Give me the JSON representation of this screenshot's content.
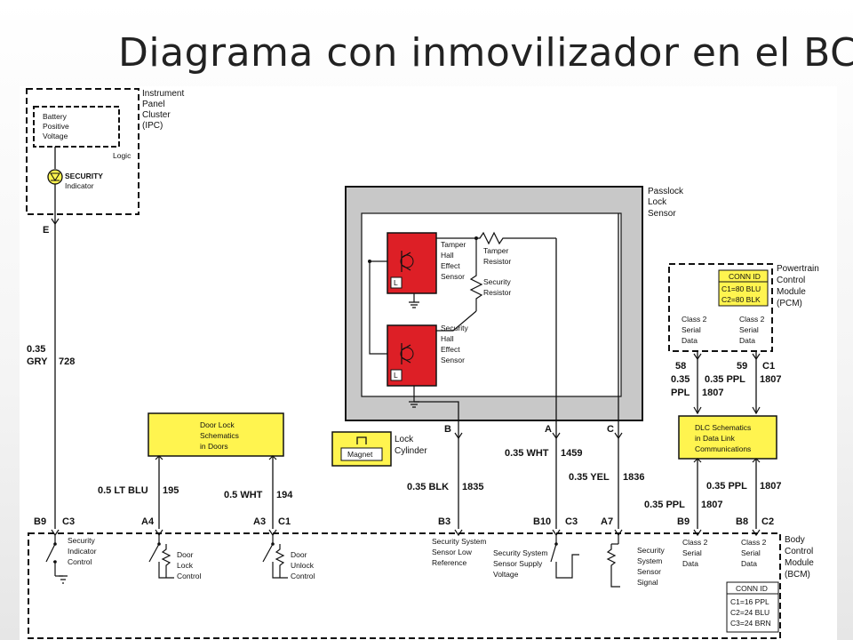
{
  "title": "Diagrama con inmovilizador en el BCM",
  "ipc": {
    "name": [
      "Instrument",
      "Panel",
      "Cluster",
      "(IPC)"
    ],
    "battery": [
      "Battery",
      "Positive",
      "Voltage"
    ],
    "logic": "Logic",
    "indicator": [
      "SECURITY",
      "Indicator"
    ],
    "pin": "E",
    "wire_gauge": "0.35",
    "wire_color": "GRY",
    "wire_circuit": "728"
  },
  "sensor": {
    "name": [
      "Passlock",
      "Lock",
      "Sensor"
    ],
    "tamper_hall": [
      "Tamper",
      "Hall",
      "Effect",
      "Sensor"
    ],
    "tamper_resistor": [
      "Tamper",
      "Resistor"
    ],
    "security_resistor": [
      "Security",
      "Resistor"
    ],
    "security_hall": [
      "Security",
      "Hall",
      "Effect",
      "Sensor"
    ],
    "l_mark": "L",
    "pin_b": "B",
    "pin_a": "A",
    "pin_c": "C"
  },
  "lock_cylinder": {
    "magnet": "Magnet",
    "label": [
      "Lock",
      "Cylinder"
    ]
  },
  "pcm": {
    "name": [
      "Powertrain",
      "Control",
      "Module",
      "(PCM)"
    ],
    "conn_title": "CONN ID",
    "conn_lines": [
      "C1=80 BLU",
      "C2=80 BLK"
    ],
    "serial_left": [
      "Class 2",
      "Serial",
      "Data"
    ],
    "serial_right": [
      "Class 2",
      "Serial",
      "Data"
    ],
    "pin_left": "58",
    "pin_right": "59",
    "conn_right": "C1",
    "wire_left_gauge": "0.35",
    "wire_left_color": "PPL",
    "wire_left_circuit": "1807",
    "wire_right": "0.35 PPL",
    "wire_right_circuit": "1807"
  },
  "door_lock_box": [
    "Door Lock",
    "Schematics",
    "in Doors"
  ],
  "dlc_box": [
    "DLC Schematics",
    "in Data Link",
    "Communications"
  ],
  "wires": {
    "blu": "0.5 LT BLU",
    "blu_circuit": "195",
    "wht": "0.5 WHT",
    "wht_circuit": "194",
    "blk": "0.35 BLK",
    "blk_circuit": "1835",
    "wht2": "0.35 WHT",
    "wht2_circuit": "1459",
    "yel": "0.35 YEL",
    "yel_circuit": "1836",
    "ppl_a": "0.35 PPL",
    "ppl_a_circuit": "1807",
    "ppl_b": "0.35 PPL",
    "ppl_b_circuit": "1807"
  },
  "bcm": {
    "name": [
      "Body",
      "Control",
      "Module",
      "(BCM)"
    ],
    "pins": {
      "b9": "B9",
      "c3": "C3",
      "a4": "A4",
      "a3": "A3",
      "c1": "C1",
      "b3": "B3",
      "b10": "B10",
      "c3b": "C3",
      "a7": "A7",
      "b9b": "B9",
      "b8": "B8",
      "c2": "C2"
    },
    "security_indicator": [
      "Security",
      "Indicator",
      "Control"
    ],
    "door_lock": [
      "Door",
      "Lock",
      "Control"
    ],
    "door_unlock": [
      "Door",
      "Unlock",
      "Control"
    ],
    "sensor_low": [
      "Security System",
      "Sensor Low",
      "Reference"
    ],
    "sensor_supply": [
      "Security System",
      "Sensor Supply",
      "Voltage"
    ],
    "sensor_signal": [
      "Security",
      "System",
      "Sensor",
      "Signal"
    ],
    "serial_left": [
      "Class 2",
      "Serial",
      "Data"
    ],
    "serial_right": [
      "Class 2",
      "Serial",
      "Data"
    ],
    "conn_title": "CONN ID",
    "conn_lines": [
      "C1=16 PPL",
      "C2=24 BLU",
      "C3=24 BRN"
    ]
  },
  "colors": {
    "red": "#dd1f26",
    "yellow": "#fff44f",
    "gray": "#c8c8c8",
    "line": "#111111"
  }
}
